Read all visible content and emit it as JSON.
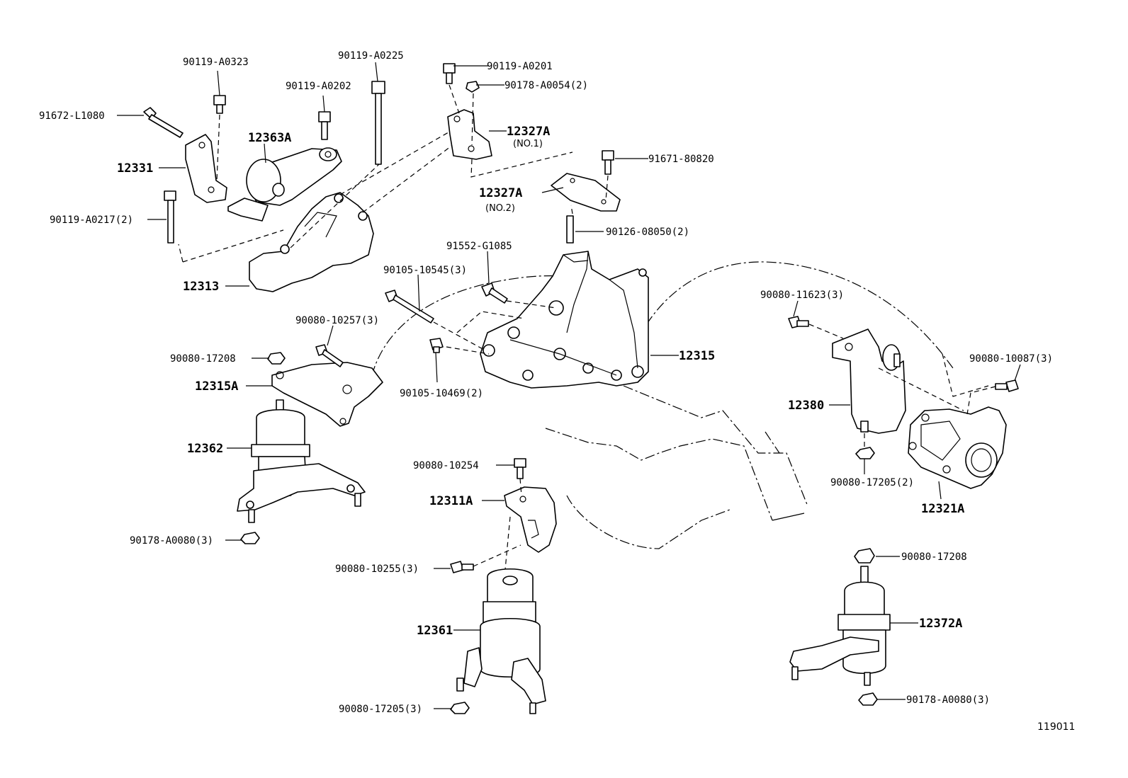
{
  "diagram": {
    "reference_number": "119011",
    "parts": {
      "p90119_A0323": "90119-A0323",
      "p90119_A0225": "90119-A0225",
      "p90119_A0201": "90119-A0201",
      "p90178_A0054": "90178-A0054(2)",
      "p90119_A0202": "90119-A0202",
      "p91672_L1080": "91672-L1080",
      "p12363A": "12363A",
      "p12327A_1": "12327A",
      "p12327A_1_sub": "(NO.1)",
      "p91671_80820": "91671-80820",
      "p12331": "12331",
      "p12327A_2": "12327A",
      "p12327A_2_sub": "(NO.2)",
      "p90119_A0217": "90119-A0217(2)",
      "p90126_08050": "90126-08050(2)",
      "p91552_G1085": "91552-G1085",
      "p90105_10545": "90105-10545(3)",
      "p12313": "12313",
      "p90080_11623": "90080-11623(3)",
      "p90080_10257": "90080-10257(3)",
      "p12315": "12315",
      "p90080_17208_a": "90080-17208",
      "p90080_10087": "90080-10087(3)",
      "p12315A": "12315A",
      "p90105_10469": "90105-10469(2)",
      "p12380": "12380",
      "p12362": "12362",
      "p90080_10254": "90080-10254",
      "p90080_17205_a": "90080-17205(2)",
      "p12321A": "12321A",
      "p12311A": "12311A",
      "p90178_A0080_a": "90178-A0080(3)",
      "p90080_10255": "90080-10255(3)",
      "p90080_17208_b": "90080-17208",
      "p12361": "12361",
      "p12372A": "12372A",
      "p90080_17205_b": "90080-17205(3)",
      "p90178_A0080_b": "90178-A0080(3)"
    }
  }
}
